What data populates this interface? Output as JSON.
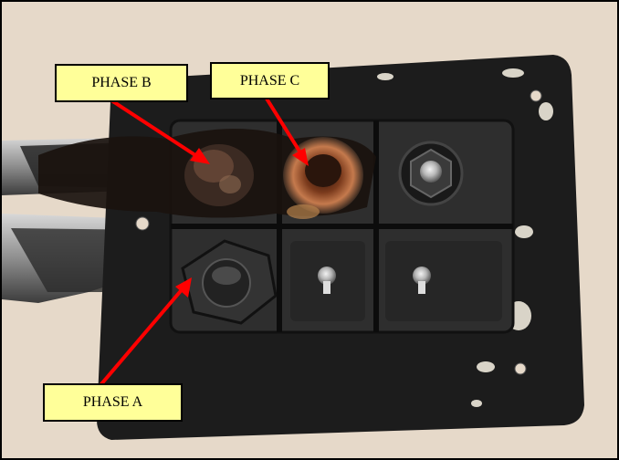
{
  "labels": {
    "phase_b": "PHASE B",
    "phase_c": "PHASE C",
    "phase_a": "PHASE A"
  },
  "colors": {
    "label_fill": "#ffff99",
    "arrow": "#ff0000",
    "background": "#e8dccf",
    "plate": "#1c1c1c"
  }
}
